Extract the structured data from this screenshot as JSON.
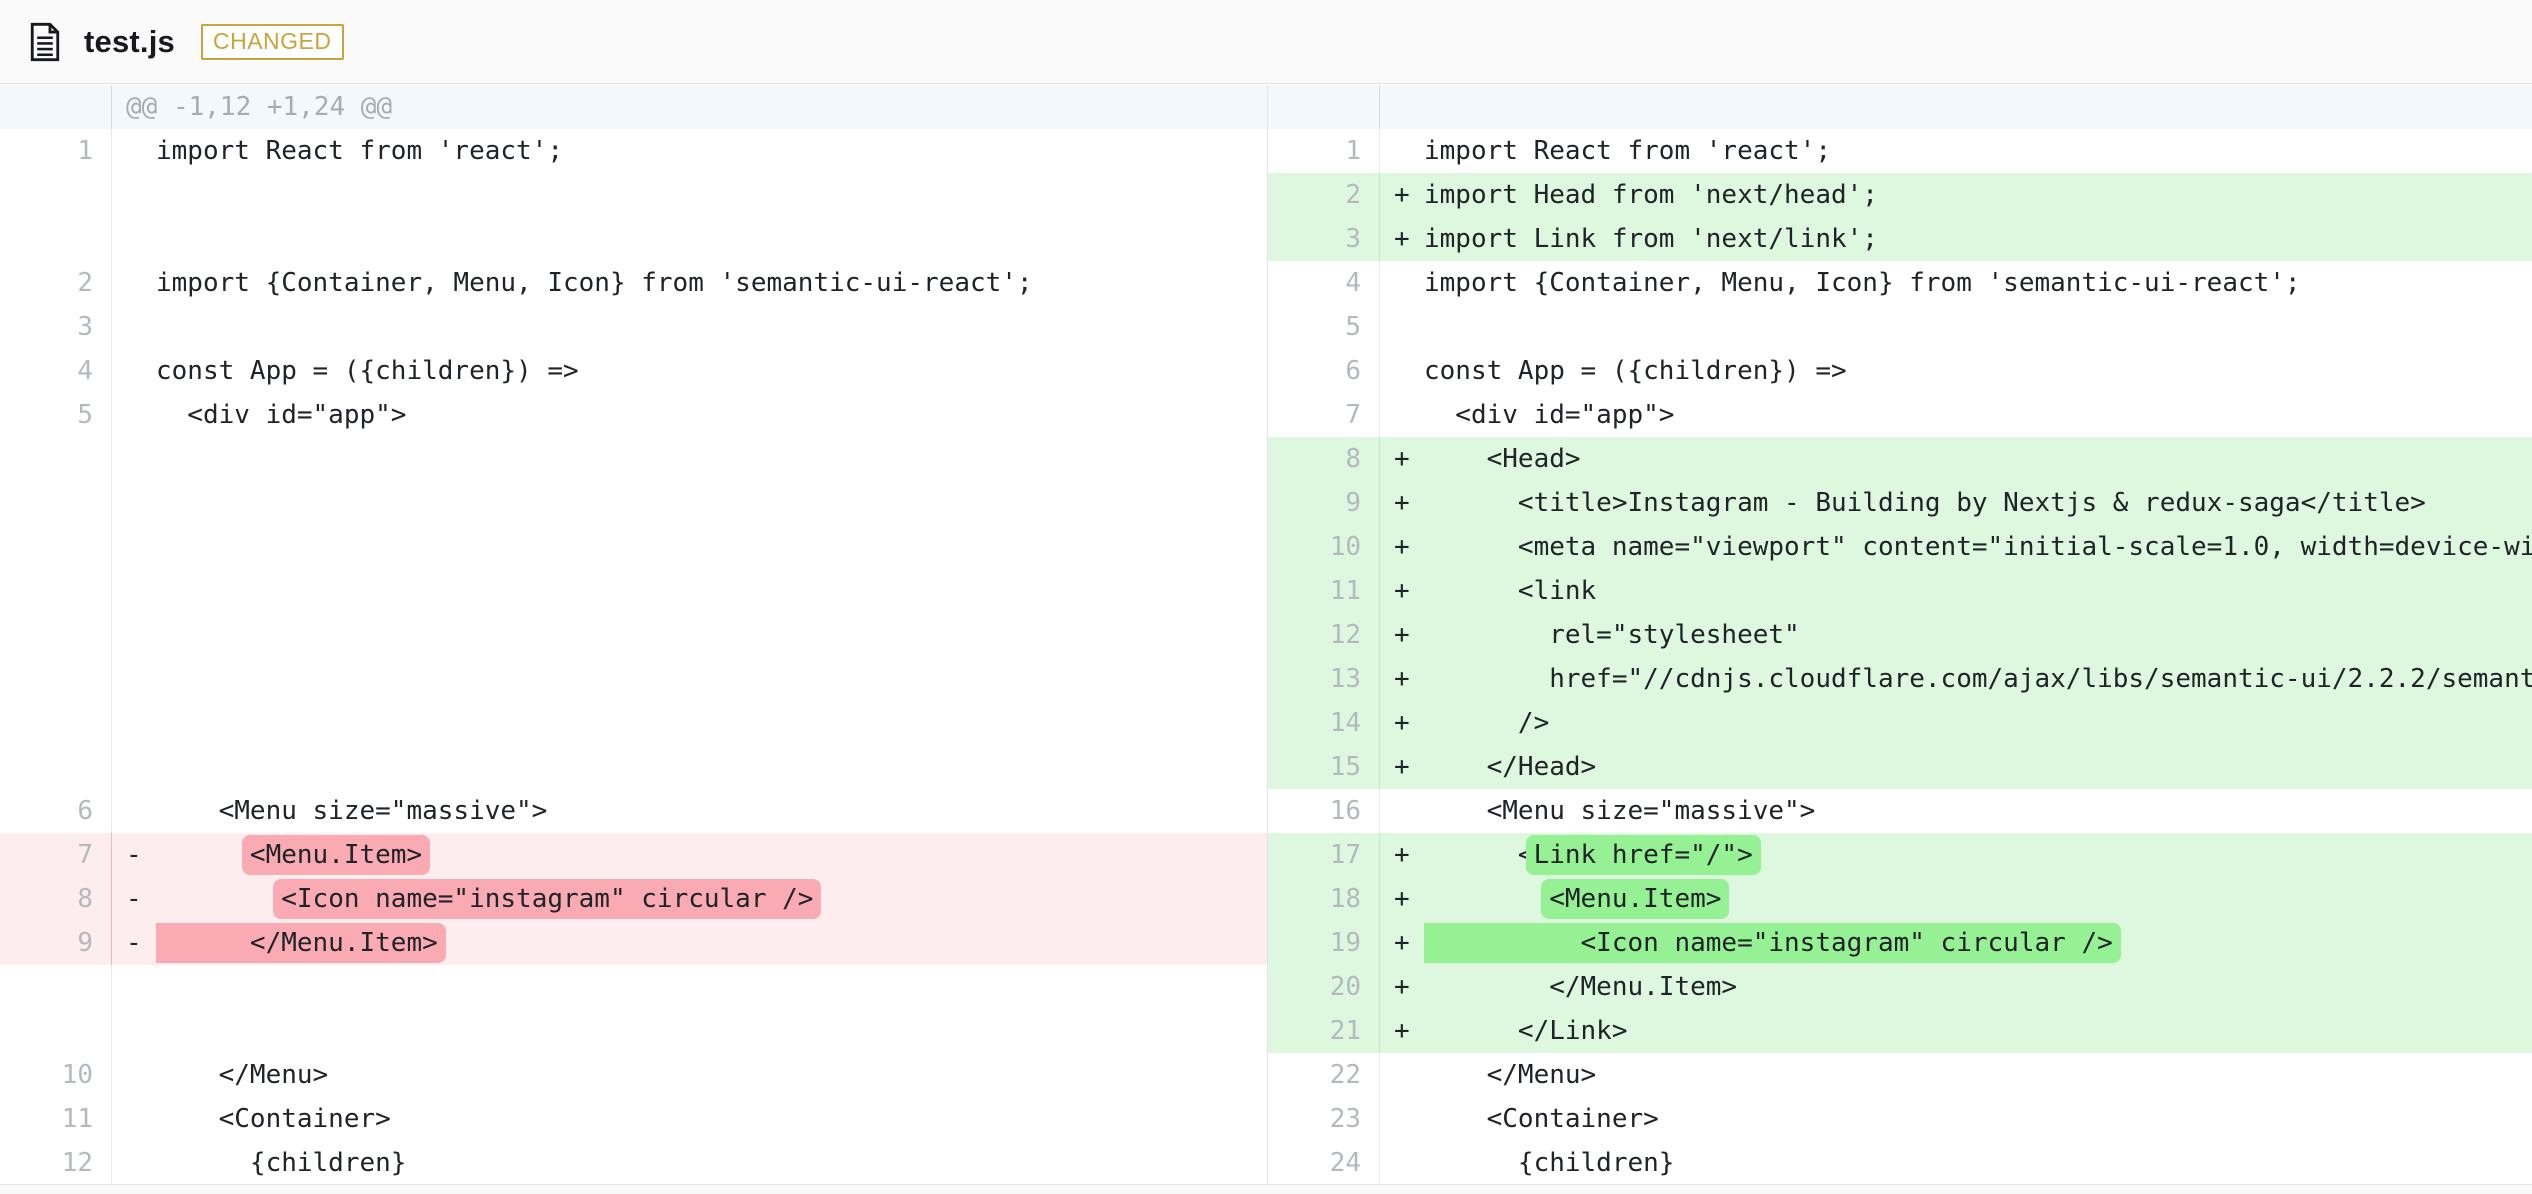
{
  "file_header": {
    "filename": "test.js",
    "status": "CHANGED"
  },
  "hunk_header": "@@ -1,12 +1,24 @@",
  "colors": {
    "addition_row_bg": "#def8df",
    "addition_word_bg": "#96f094",
    "deletion_row_bg": "#fdedee",
    "deletion_word_bg": "#f9aab3",
    "hunk_row_bg": "#f3f8fc",
    "badge_accent": "#c9a43c",
    "line_number_color": "#b4b9be",
    "code_text_color": "#202428",
    "hunk_text_color": "#a6acb3"
  },
  "diff": {
    "left": [
      {
        "t": "hunk",
        "c": "@@ -1,12 +1,24 @@"
      },
      {
        "n": 1,
        "t": "ctx",
        "c": "import React from 'react';"
      },
      {
        "t": "fill"
      },
      {
        "t": "fill"
      },
      {
        "n": 2,
        "t": "ctx",
        "c": "import {Container, Menu, Icon} from 'semantic-ui-react';"
      },
      {
        "n": 3,
        "t": "ctx",
        "c": ""
      },
      {
        "n": 4,
        "t": "ctx",
        "c": "const App = ({children}) =>"
      },
      {
        "n": 5,
        "t": "ctx",
        "c": "  <div id=\"app\">"
      },
      {
        "t": "fill"
      },
      {
        "t": "fill"
      },
      {
        "t": "fill"
      },
      {
        "t": "fill"
      },
      {
        "t": "fill"
      },
      {
        "t": "fill"
      },
      {
        "t": "fill"
      },
      {
        "t": "fill"
      },
      {
        "n": 6,
        "t": "ctx",
        "c": "    <Menu size=\"massive\">"
      },
      {
        "n": 7,
        "t": "del",
        "pre": "      ",
        "hi": "<Menu.Item>",
        "post": ""
      },
      {
        "n": 8,
        "t": "del",
        "pre": "        ",
        "hi": "<Icon name=\"instagram\" circular />",
        "post": ""
      },
      {
        "n": 9,
        "t": "del",
        "pre": "",
        "hi": "      </Menu.Item>",
        "post": ""
      },
      {
        "t": "fill"
      },
      {
        "t": "fill"
      },
      {
        "n": 10,
        "t": "ctx",
        "c": "    </Menu>"
      },
      {
        "n": 11,
        "t": "ctx",
        "c": "    <Container>"
      },
      {
        "n": 12,
        "t": "ctx",
        "c": "      {children}"
      }
    ],
    "right": [
      {
        "t": "hunk",
        "c": ""
      },
      {
        "n": 1,
        "t": "ctx",
        "c": "import React from 'react';"
      },
      {
        "n": 2,
        "t": "add",
        "c": "import Head from 'next/head';"
      },
      {
        "n": 3,
        "t": "add",
        "c": "import Link from 'next/link';"
      },
      {
        "n": 4,
        "t": "ctx",
        "c": "import {Container, Menu, Icon} from 'semantic-ui-react';"
      },
      {
        "n": 5,
        "t": "ctx",
        "c": ""
      },
      {
        "n": 6,
        "t": "ctx",
        "c": "const App = ({children}) =>"
      },
      {
        "n": 7,
        "t": "ctx",
        "c": "  <div id=\"app\">"
      },
      {
        "n": 8,
        "t": "add",
        "c": "    <Head>"
      },
      {
        "n": 9,
        "t": "add",
        "c": "      <title>Instagram - Building by Nextjs & redux-saga</title>"
      },
      {
        "n": 10,
        "t": "add",
        "c": "      <meta name=\"viewport\" content=\"initial-scale=1.0, width=device-wi"
      },
      {
        "n": 11,
        "t": "add",
        "c": "      <link"
      },
      {
        "n": 12,
        "t": "add",
        "c": "        rel=\"stylesheet\""
      },
      {
        "n": 13,
        "t": "add",
        "c": "        href=\"//cdnjs.cloudflare.com/ajax/libs/semantic-ui/2.2.2/semant"
      },
      {
        "n": 14,
        "t": "add",
        "c": "      />"
      },
      {
        "n": 15,
        "t": "add",
        "c": "    </Head>"
      },
      {
        "n": 16,
        "t": "ctx",
        "c": "    <Menu size=\"massive\">"
      },
      {
        "n": 17,
        "t": "add",
        "pre": "      <",
        "hi": "Link href=\"/\">",
        "post": ""
      },
      {
        "n": 18,
        "t": "add",
        "pre": "        ",
        "hi": "<Menu.Item>",
        "post": ""
      },
      {
        "n": 19,
        "t": "add",
        "pre": "",
        "hi": "          <Icon name=\"instagram\" circular />",
        "post": ""
      },
      {
        "n": 20,
        "t": "add",
        "c": "        </Menu.Item>"
      },
      {
        "n": 21,
        "t": "add",
        "c": "      </Link>"
      },
      {
        "n": 22,
        "t": "ctx",
        "c": "    </Menu>"
      },
      {
        "n": 23,
        "t": "ctx",
        "c": "    <Container>"
      },
      {
        "n": 24,
        "t": "ctx",
        "c": "      {children}"
      }
    ]
  }
}
